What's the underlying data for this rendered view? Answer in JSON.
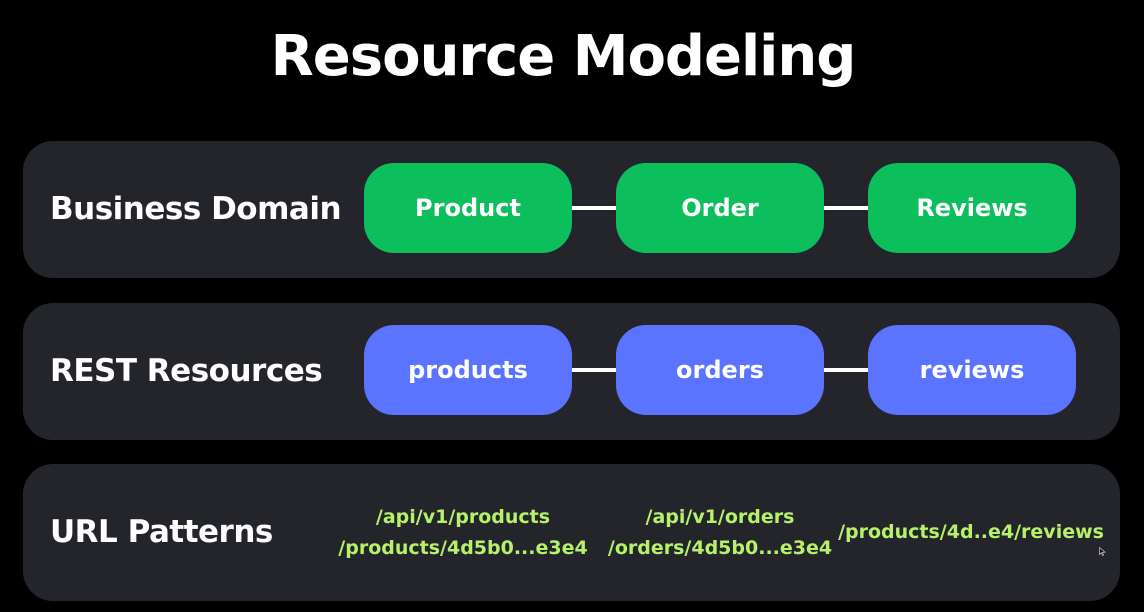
{
  "title": "Resource Modeling",
  "rows": [
    {
      "label": "Business Domain",
      "nodes": [
        "Product",
        "Order",
        "Reviews"
      ]
    },
    {
      "label": "REST Resources",
      "nodes": [
        "products",
        "orders",
        "reviews"
      ]
    },
    {
      "label": "URL Patterns",
      "patterns": [
        [
          "/api/v1/products",
          "/products/4d5b0...e3e4"
        ],
        [
          "/api/v1/orders",
          "/orders/4d5b0...e3e4"
        ],
        [
          "/products/4d..e4/reviews"
        ]
      ]
    }
  ],
  "colors": {
    "background": "#000000",
    "row_panel": "#23252b",
    "domain_node": "#0dbe5c",
    "resource_node": "#5b74ff",
    "url_text": "#b7f06a",
    "connector": "#ffffff"
  },
  "icons": {
    "cursor": "mouse-pointer-icon"
  }
}
